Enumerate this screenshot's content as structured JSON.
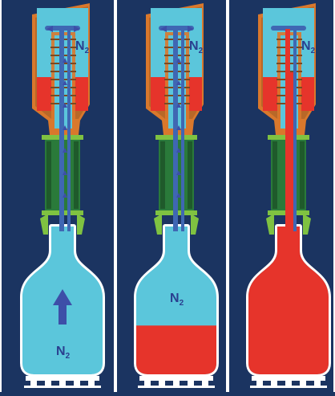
{
  "colors": {
    "background": "#1b3461",
    "divider": "#ffffff",
    "gas_fill": "#5bc6db",
    "liquid": "#e6342b",
    "valve_body": "#d9782c",
    "valve_dark": "#7a4a22",
    "collar_green": "#2a7a3a",
    "collar_light": "#7fc241",
    "tube_blue": "#3f67b3",
    "arrow": "#3d4fa8",
    "label_text": "#2a3f8f"
  },
  "panels": [
    {
      "stage": "gas-only",
      "labels": [
        {
          "text": "N",
          "sub": "2",
          "where": "head"
        },
        {
          "text": "N",
          "sub": "2",
          "where": "bottle"
        }
      ],
      "bottle_liquid_level": 0.0,
      "head_liquid_level": 0.45,
      "big_arrow": true,
      "small_arrows": true
    },
    {
      "stage": "partially-filled",
      "labels": [
        {
          "text": "N",
          "sub": "2",
          "where": "head"
        },
        {
          "text": "N",
          "sub": "2",
          "where": "bottle"
        }
      ],
      "bottle_liquid_level": 0.33,
      "head_liquid_level": 0.45,
      "big_arrow": false,
      "small_arrows": true
    },
    {
      "stage": "full",
      "labels": [
        {
          "text": "N",
          "sub": "2",
          "where": "head"
        }
      ],
      "bottle_liquid_level": 1.0,
      "head_liquid_level": 0.45,
      "big_arrow": false,
      "small_arrows": false
    }
  ]
}
